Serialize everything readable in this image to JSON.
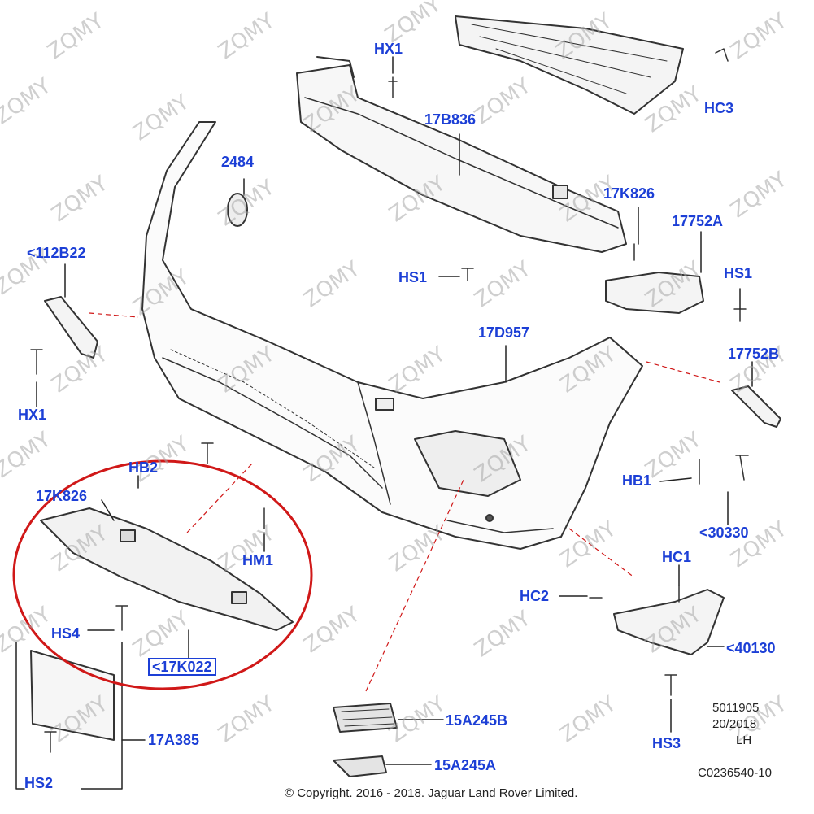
{
  "watermark": "ZQMY",
  "copyright": "© Copyright. 2016 - 2018. Jaguar Land Rover Limited.",
  "colors": {
    "callout": "#1c3fd6",
    "highlight_circle": "#d01818",
    "drawing": "#333333"
  },
  "callouts": {
    "hx1_top": "HX1",
    "c17b836": "17B836",
    "hc3": "HC3",
    "c2484": "2484",
    "c17k826_top": "17K826",
    "c17752a": "17752A",
    "c112b22": "<112B22",
    "hs1_mid": "HS1",
    "hs1_right": "HS1",
    "c17d957": "17D957",
    "c17752b": "17752B",
    "hx1_left": "HX1",
    "hb2": "HB2",
    "c17k826_left": "17K826",
    "hb1": "HB1",
    "c30330": "<30330",
    "hm1": "HM1",
    "hc1": "HC1",
    "hc2": "HC2",
    "c40130": "<40130",
    "hs4": "HS4",
    "c17k022": "<17K022",
    "hs3": "HS3",
    "c15a245b": "15A245B",
    "c17a385": "17A385",
    "c15a245a": "15A245A",
    "hs2": "HS2"
  },
  "meta": {
    "ref_number": "5011905",
    "date": "20/2018",
    "side": "LH",
    "diagram_code": "C0236540-10"
  }
}
